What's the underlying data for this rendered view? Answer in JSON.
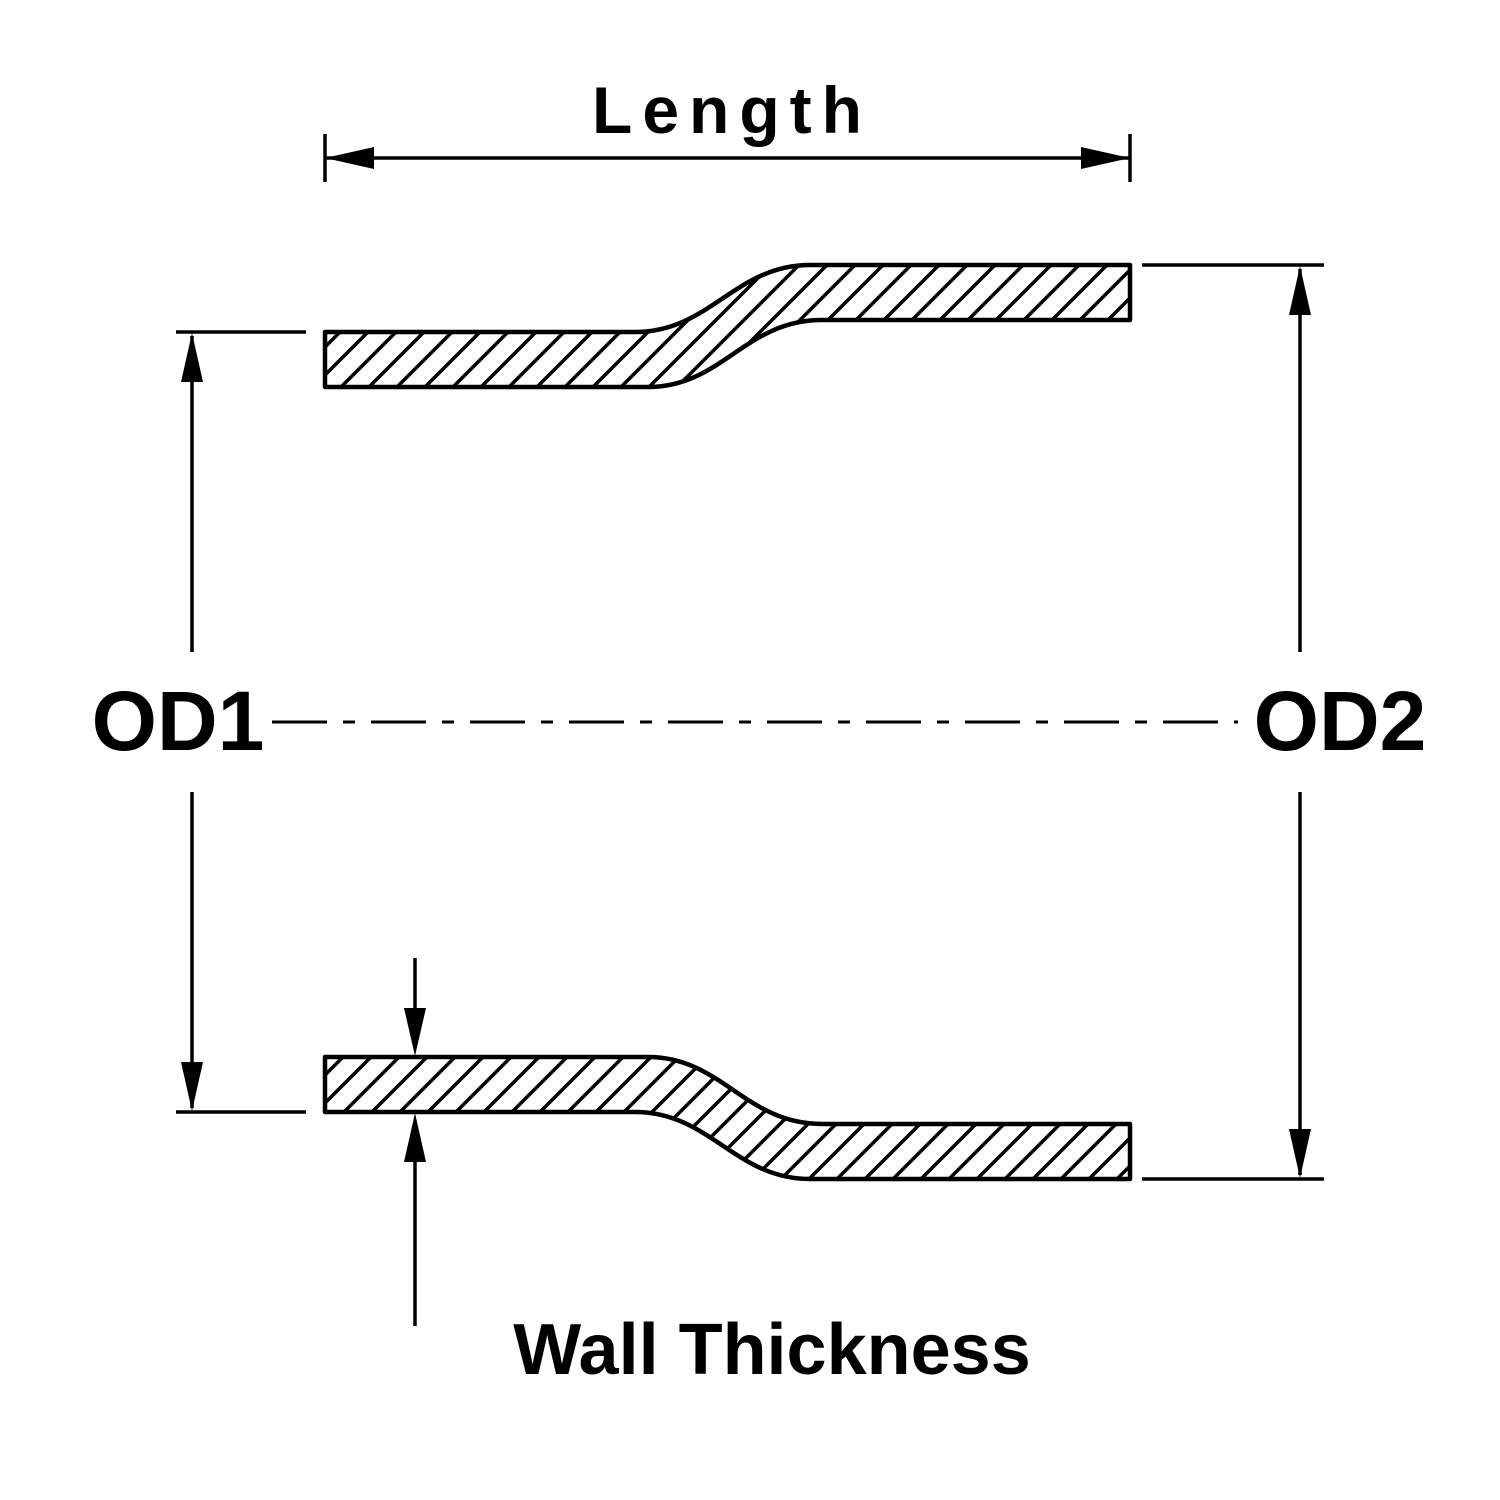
{
  "diagram": {
    "kind": "technical-drawing-cross-section",
    "labels": {
      "length": "Length",
      "od1": "OD1",
      "od2": "OD2",
      "wall_thickness": "Wall Thickness"
    },
    "colors": {
      "line": "#000000",
      "background": "#ffffff"
    }
  }
}
